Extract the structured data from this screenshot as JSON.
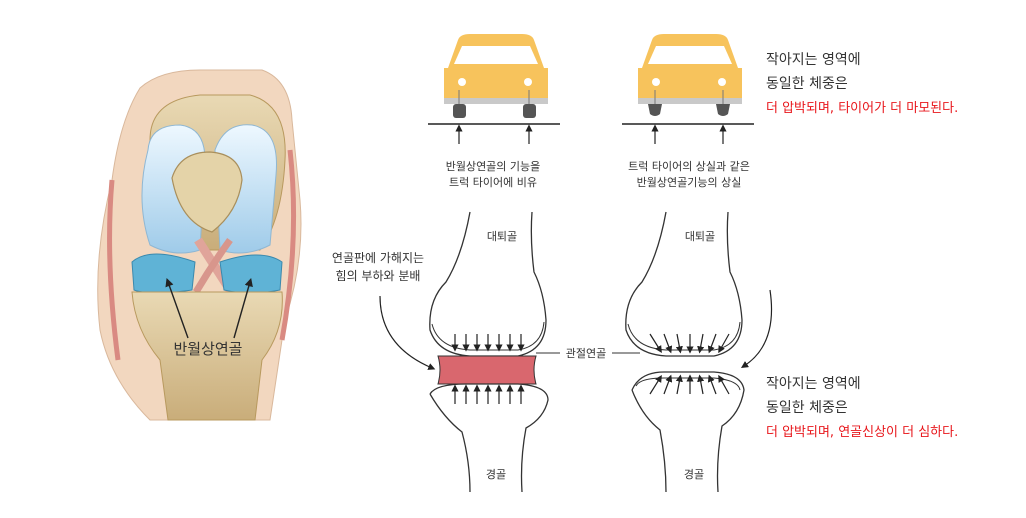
{
  "knee": {
    "meniscus_label": "반월상연골"
  },
  "cars": {
    "left_caption": [
      "반월상연골의 기능을",
      "트럭 타이어에 비유"
    ],
    "right_caption": [
      "트럭 타이어의 상실과 같은",
      "반월상연골기능의 상실"
    ]
  },
  "joint": {
    "femur_label": "대퇴골",
    "tibia_label": "경골",
    "cartilage_label": "관절연골",
    "load_label": [
      "연골판에 가해지는",
      "힘의 부하와 분배"
    ]
  },
  "notes": {
    "top": [
      "작아지는 영역에",
      "동일한 체중은",
      "더 압박되며, 타이어가 더 마모된다."
    ],
    "bottom": [
      "작아지는 영역에",
      "동일한 체중은",
      "더 압박되며, 연골신상이 더 심하다."
    ]
  },
  "colors": {
    "car_body": "#f7c35c",
    "tire": "#555555",
    "meniscus_healthy": "#d9676e",
    "emphasis_text": "#e8171c",
    "bone_line": "#333333"
  }
}
